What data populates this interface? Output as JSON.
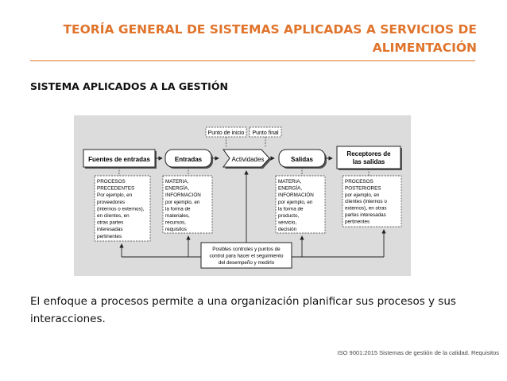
{
  "title": "TEORÍA GENERAL DE SISTEMAS APLICADAS A SERVICIOS DE ALIMENTACIÓN",
  "subtitle": "SISTEMA APLICADOS A  LA GESTIÓN",
  "diagram": {
    "start_point": "Punto de inicio",
    "end_point": "Punto final",
    "sources": "Fuentes de entradas",
    "inputs": "Entradas",
    "activities": "Actividades",
    "outputs": "Salidas",
    "receivers_line1": "Receptores de",
    "receivers_line2": "las salidas",
    "sources_detail": [
      "PROCESOS",
      "PRECEDENTES",
      "Por ejemplo, en",
      "proveedores",
      "(internos o externos),",
      "en clientes, en",
      "otras partes",
      "interesadas",
      "pertinentes"
    ],
    "inputs_detail": [
      "MATERIA,",
      "ENERGÍA,",
      "INFORMACIÓN",
      "por ejemplo, en",
      "la forma de",
      "materiales,",
      "recursos,",
      "requisitos"
    ],
    "outputs_detail": [
      "MATERIA,",
      "ENERGÍA,",
      "INFORMACIÓN",
      "por ejemplo, en",
      "la forma de",
      "producto,",
      "servicio,",
      "decisión"
    ],
    "receivers_detail": [
      "PROCESOS",
      "POSTERIORES",
      "por ejemplo, en",
      "clientes (internos o",
      "externos), en otras",
      "partes interesadas",
      "pertinentes"
    ],
    "controls": [
      "Posibles controles y puntos de",
      "control para hacer el seguimiento",
      "del desempeño y medirlo"
    ]
  },
  "description": "El enfoque a procesos permite a una organización planificar sus procesos y sus interacciones.",
  "footer": "ISO 9001:2015 Sistemas de gestión de la calidad. Requisitos"
}
